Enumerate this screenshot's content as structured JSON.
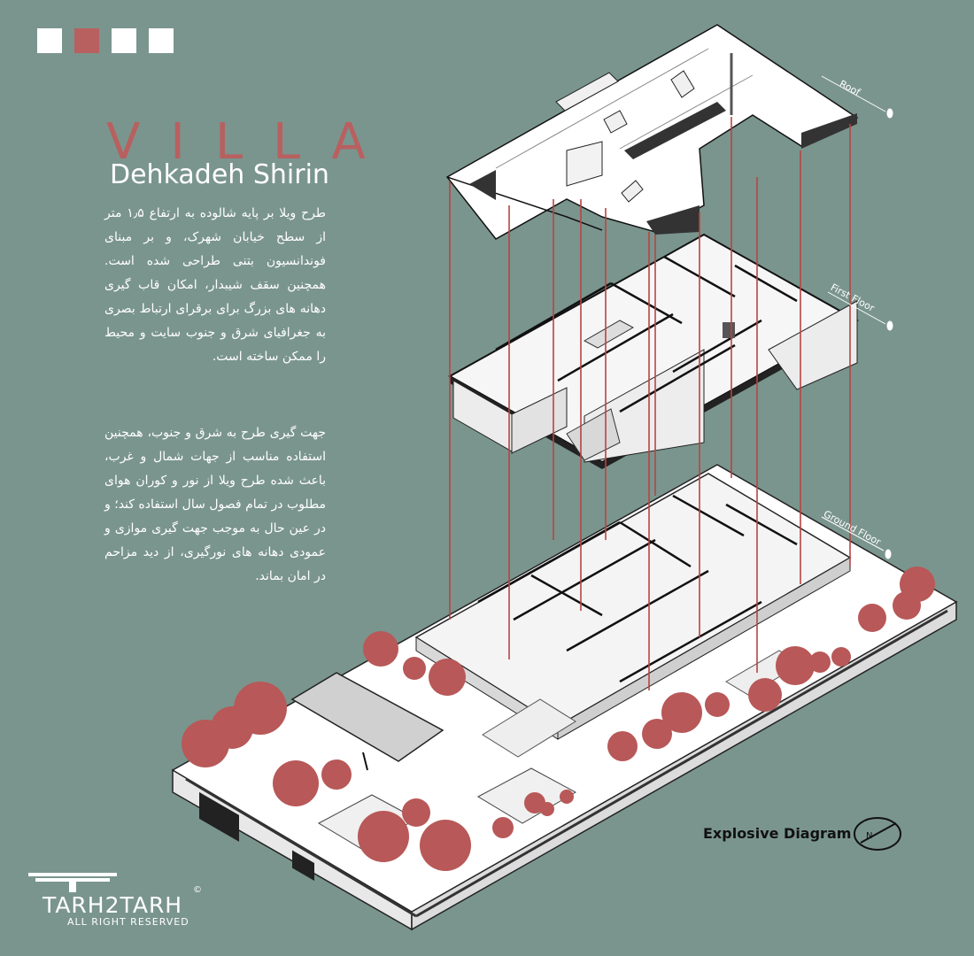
{
  "header": {
    "title": "VILLA",
    "subtitle": "Dehkadeh Shirin"
  },
  "description": {
    "paragraph1": "طرح ویلا بر پایه شالوده به ارتفاع ۱٫۵ متر از سطح خیابان شهرک، و بر مبنای فوندانسیون بتنی طراحی شده است. همچنین سقف شیبدار، امکان قاب گیری دهانه های بزرگ برای برقرای ارتباط بصری به جغرافیای شرق و جنوب سایت و محیط را ممکن ساخته است.",
    "paragraph2": "جهت گیری طرح به شرق و جنوب، همچنین استفاده مناسب از جهات شمال و غرب، باعث شده طرح ویلا از نور و کوران هوای مطلوب در تمام فصول سال استفاده کند؛ و در عین حال به موجب جهت گیری موازی و عمودی دهانه های نورگیری، از دید مزاحم در امان بماند."
  },
  "layers": {
    "roof": "Roof",
    "first_floor": "First Floor",
    "ground_floor": "Ground Floor"
  },
  "diagram_label": "Explosive Diagram",
  "logo": {
    "name": "TARH2TARH",
    "rights": "ALL RIGHT RESERVED",
    "copyright": "©"
  },
  "colors": {
    "background": "#7a958d",
    "accent": "#b86060",
    "tree": "#b85858",
    "connector": "#b84444"
  },
  "icons": {
    "north": "north-arrow-icon",
    "logo": "column-logo-icon"
  }
}
